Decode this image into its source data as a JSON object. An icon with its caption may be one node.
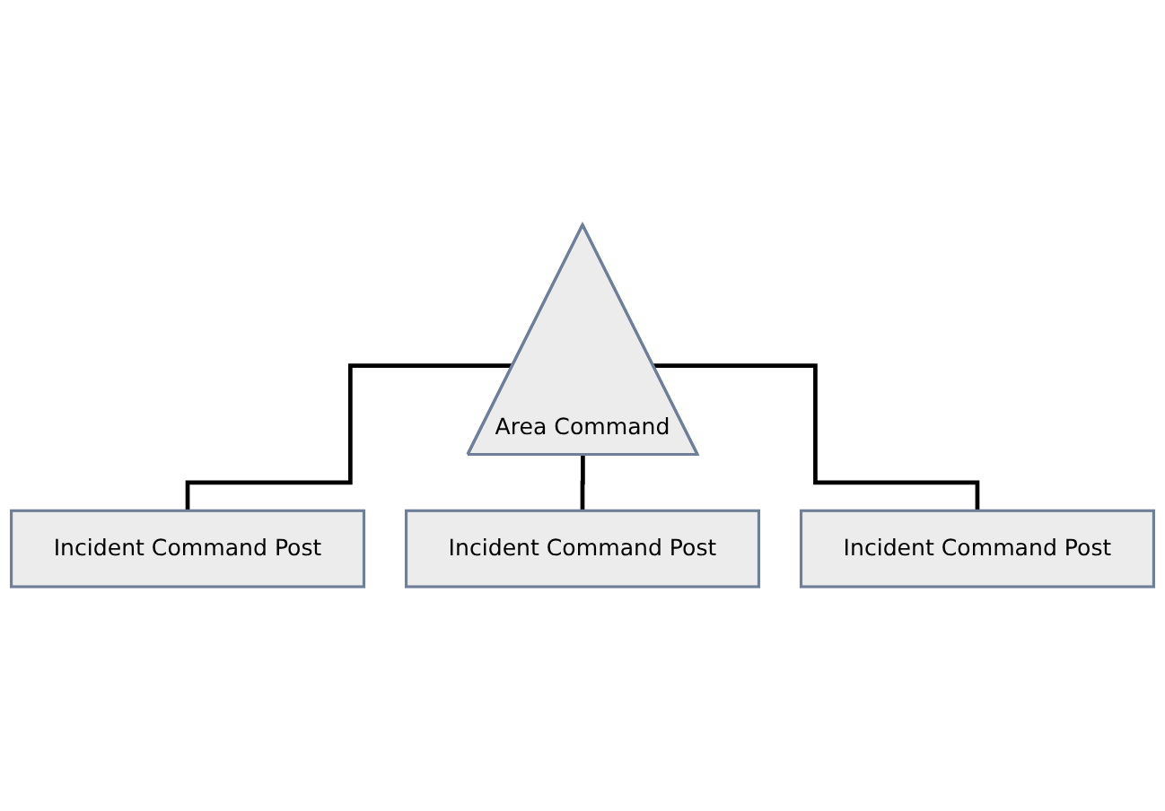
{
  "diagram": {
    "nodes": [
      {
        "text": [
          "Area Command"
        ]
      },
      {
        "text": [
          "Incident Command Post"
        ]
      },
      {
        "text": [
          "Incident Command Post"
        ]
      },
      {
        "text": [
          "Incident Command Post"
        ]
      }
    ],
    "edges": [
      {
        "from": 0,
        "to": 1,
        "arrow": "none"
      },
      {
        "from": 0,
        "to": 2,
        "arrow": "none"
      },
      {
        "from": 0,
        "to": 3,
        "arrow": "none"
      }
    ]
  }
}
